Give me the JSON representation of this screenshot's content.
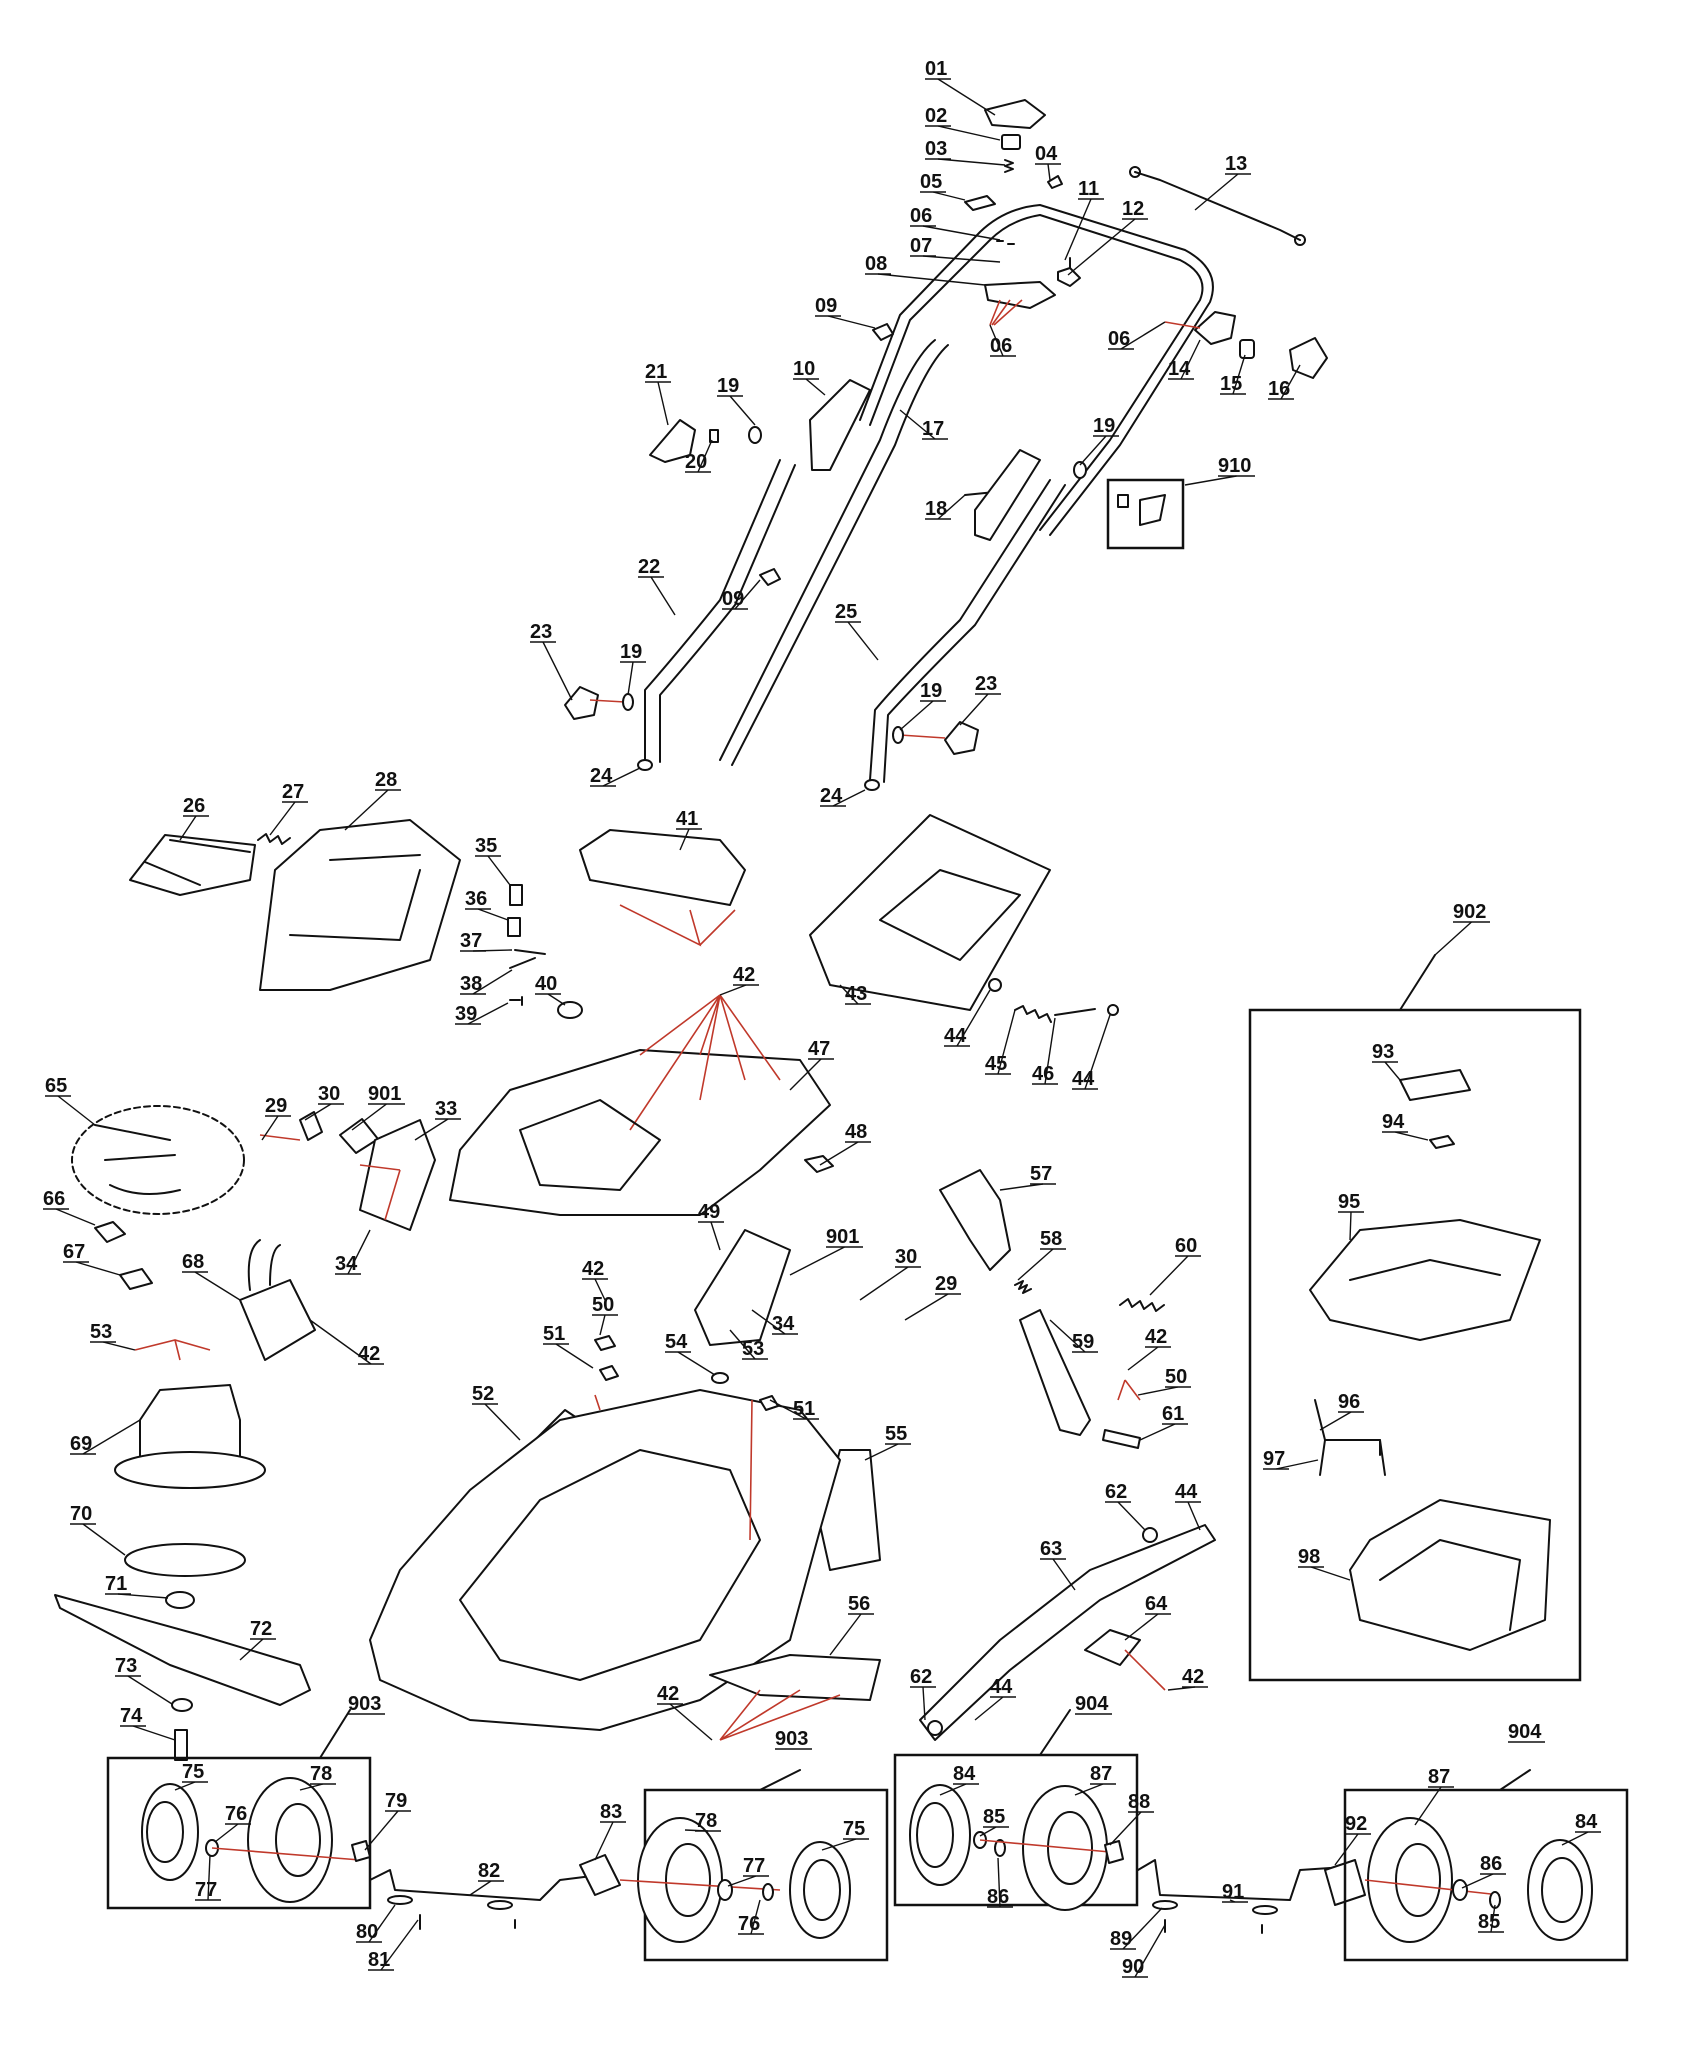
{
  "diagram": {
    "labels": [
      "01",
      "02",
      "03",
      "04",
      "05",
      "06",
      "07",
      "08",
      "09",
      "10",
      "11",
      "12",
      "13",
      "14",
      "15",
      "16",
      "17",
      "18",
      "19",
      "20",
      "21",
      "22",
      "23",
      "24",
      "25",
      "26",
      "27",
      "28",
      "29",
      "30",
      "33",
      "34",
      "35",
      "36",
      "37",
      "38",
      "39",
      "40",
      "41",
      "42",
      "43",
      "44",
      "45",
      "46",
      "47",
      "48",
      "49",
      "50",
      "51",
      "52",
      "53",
      "54",
      "55",
      "56",
      "57",
      "58",
      "59",
      "60",
      "61",
      "62",
      "63",
      "64",
      "65",
      "66",
      "67",
      "68",
      "69",
      "70",
      "71",
      "72",
      "73",
      "74",
      "75",
      "76",
      "77",
      "78",
      "79",
      "80",
      "81",
      "82",
      "83",
      "84",
      "85",
      "86",
      "87",
      "88",
      "89",
      "90",
      "91",
      "92",
      "93",
      "94",
      "95",
      "96",
      "97",
      "98",
      "901",
      "902",
      "903",
      "904",
      "910"
    ]
  }
}
